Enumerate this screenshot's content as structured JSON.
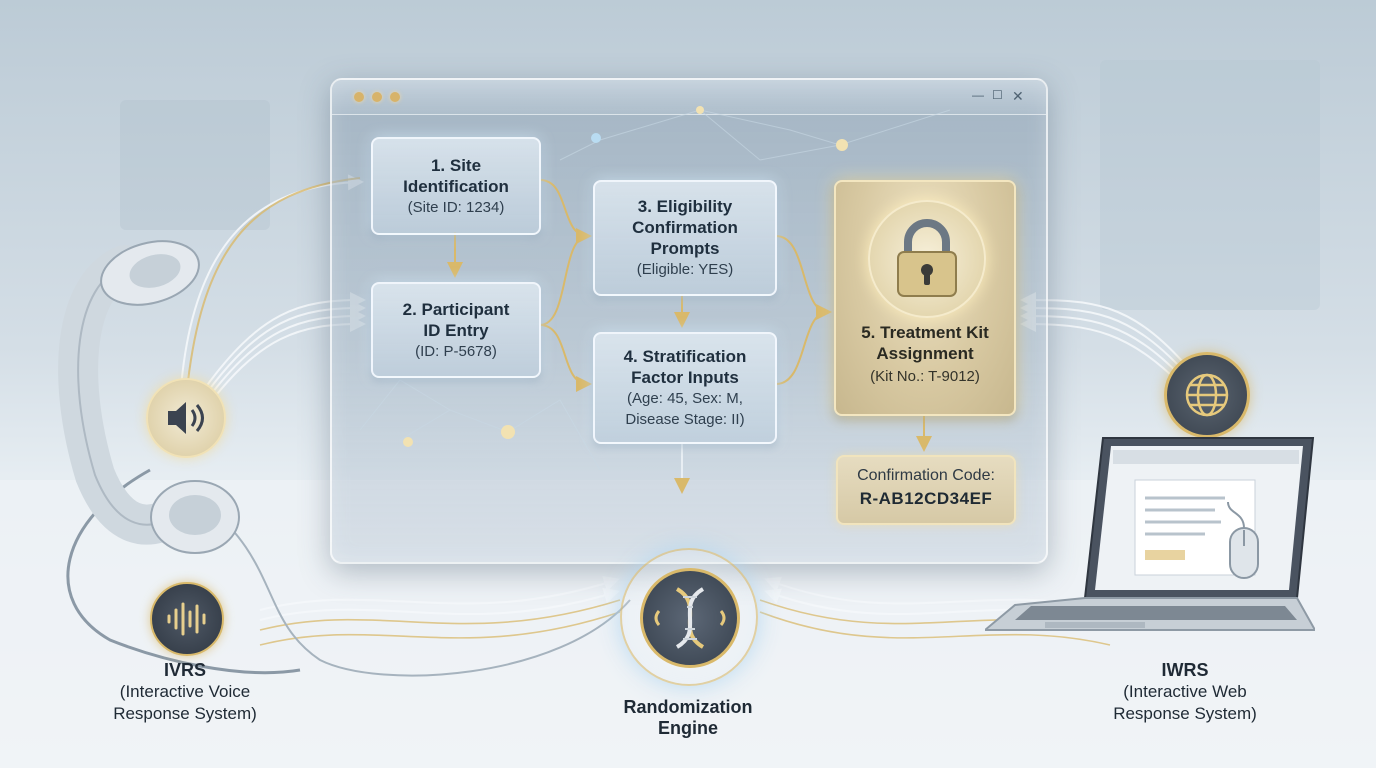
{
  "diagram": {
    "steps": [
      {
        "title": "1. Site Identification",
        "title_lines": [
          "1. Site",
          "Identification"
        ],
        "value": "(Site ID: 1234)"
      },
      {
        "title": "2. Participant ID Entry",
        "title_lines": [
          "2. Participant",
          "ID Entry"
        ],
        "value": "(ID: P-5678)"
      },
      {
        "title": "3. Eligibility Confirmation Prompts",
        "title_lines": [
          "3. Eligibility",
          "Confirmation",
          "Prompts"
        ],
        "value": "(Eligible: YES)"
      },
      {
        "title": "4. Stratification Factor Inputs",
        "title_lines": [
          "4. Stratification",
          "Factor Inputs"
        ],
        "value_lines": [
          "(Age: 45, Sex: M,",
          "Disease Stage: II)"
        ]
      },
      {
        "title": "5. Treatment Kit Assignment",
        "title_lines": [
          "5. Treatment Kit",
          "Assignment"
        ],
        "value": "(Kit No.: T-9012)"
      }
    ],
    "confirmation": {
      "label": "Confirmation Code:",
      "code": "R-AB12CD34EF"
    },
    "ivrs": {
      "name": "IVRS",
      "desc_lines": [
        "(Interactive Voice",
        "Response System)"
      ]
    },
    "iwrs": {
      "name": "IWRS",
      "desc_lines": [
        "(Interactive Web",
        "Response System)"
      ]
    },
    "engine": {
      "lines": [
        "Randomization",
        "Engine"
      ]
    },
    "icons": [
      "phone-handset-icon",
      "speaker-icon",
      "sound-wave-icon",
      "lock-icon",
      "dna-icon",
      "globe-icon",
      "laptop-icon",
      "mouse-icon"
    ],
    "colors": {
      "gold": "#d9b96a",
      "blue_glow": "#a9d3f0",
      "panel": "#c9d6e1"
    }
  }
}
